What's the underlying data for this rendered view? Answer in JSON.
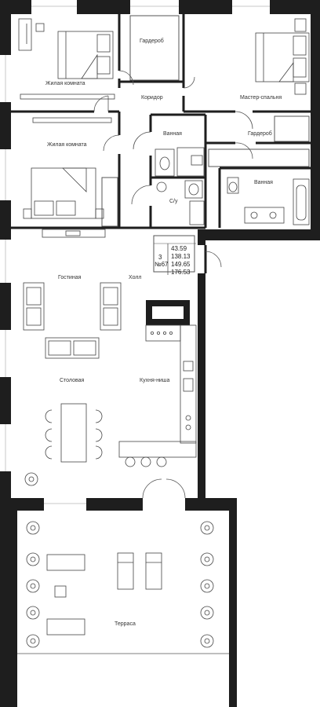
{
  "colors": {
    "wall": "#1e1e1e",
    "line": "#555555",
    "bg": "#ffffff",
    "window": "#c8c8c8"
  },
  "rooms": {
    "living1": "Жилая комната",
    "wardrobe1": "Гардероб",
    "master": "Мастер-спальня",
    "corridor": "Коридор",
    "living2": "Жилая комната",
    "bath1": "Ванная",
    "wardrobe2": "Гардероб",
    "bath2": "Ванная",
    "wc": "С/у",
    "lounge": "Гостиная",
    "hall": "Холл",
    "dining": "Столовая",
    "kitchen": "Кухня-ниша",
    "terrace": "Терраса"
  },
  "info": {
    "rooms_count": "3",
    "apartment_no": "№67",
    "area_living": "43.59",
    "area_total": "138.13",
    "area_with_terrace": "149.65",
    "area_full": "176.53"
  }
}
